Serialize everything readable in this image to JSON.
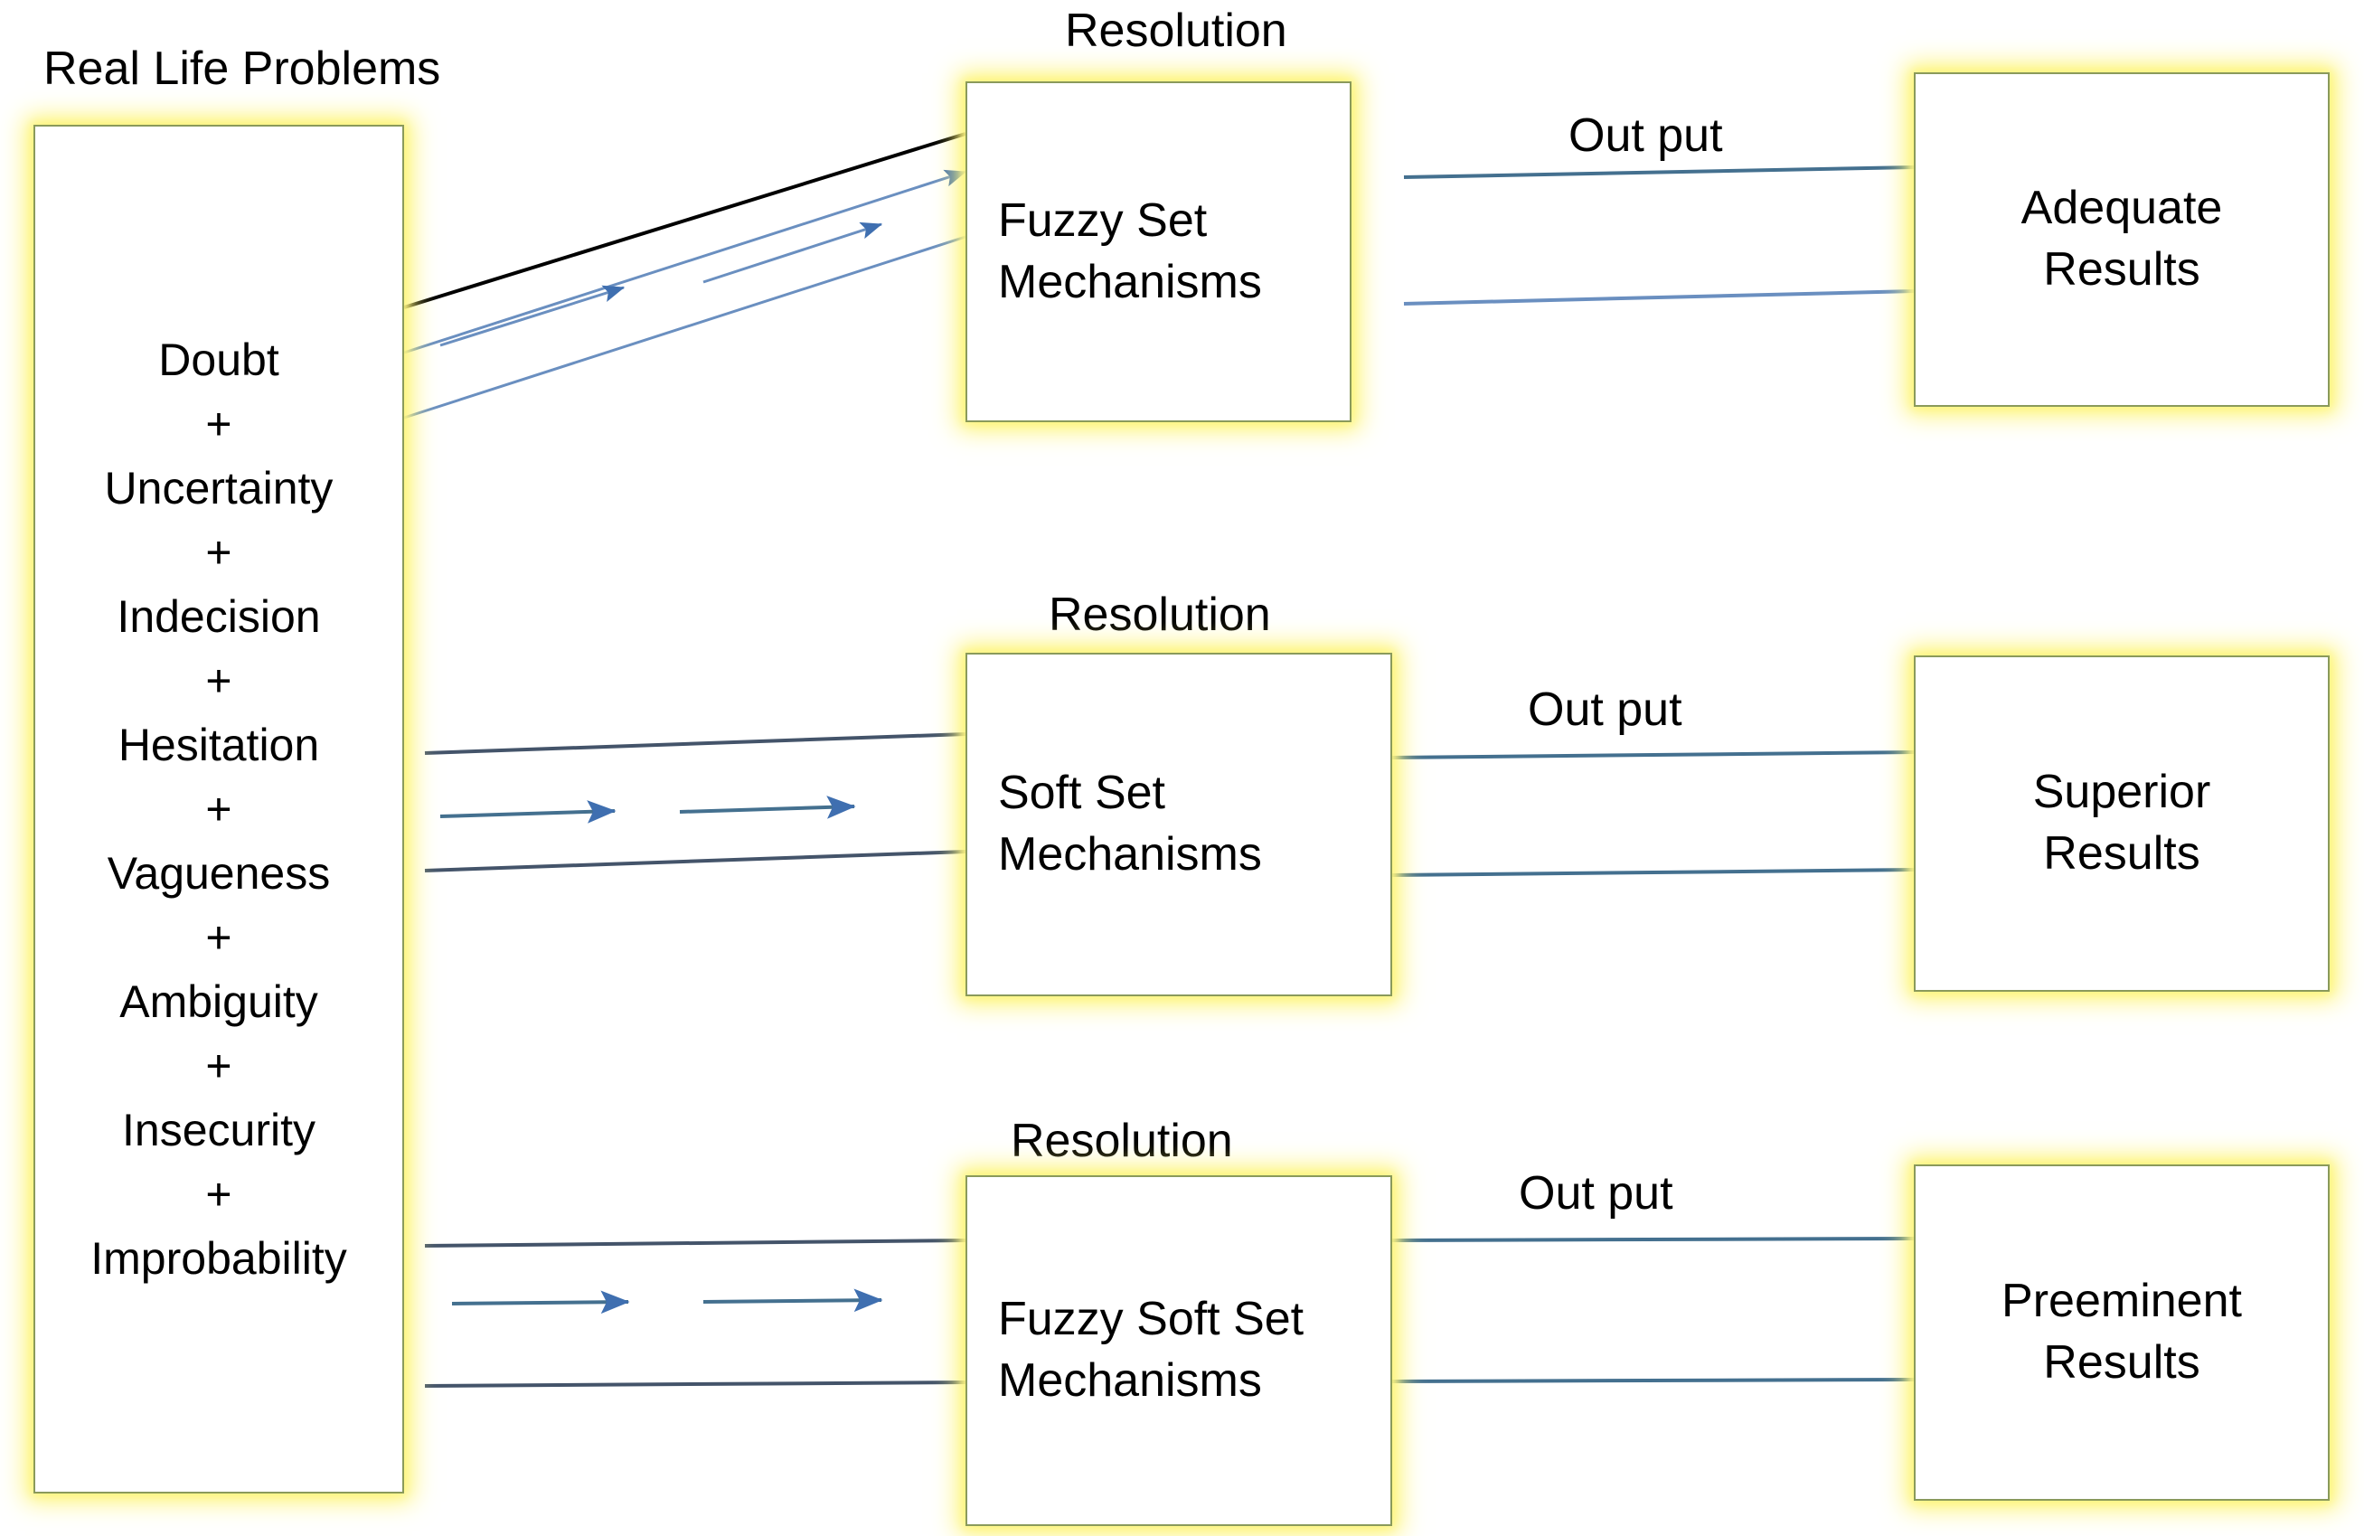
{
  "diagram": {
    "title_left": "Real Life Problems",
    "problems_list": "Doubt\n+\nUncertainty\n+\nIndecision\n+\nHesitation\n+\nVagueness\n+\nAmbiguity\n+\nInsecurity\n+\nImprobability",
    "colors": {
      "box_border": "#8a9a5b",
      "box_glow": "#fdf477",
      "connector_blue": "#4a7ebb",
      "connector_dark": "#44546a",
      "connector_black": "#000000",
      "text": "#000000",
      "background": "#ffffff"
    },
    "rows": [
      {
        "resolution_label": "Resolution",
        "mechanism": "Fuzzy Set\nMechanisms",
        "output_label": "Out put",
        "result": "Adequate\nResults"
      },
      {
        "resolution_label": "Resolution",
        "mechanism": "Soft Set\nMechanisms",
        "output_label": "Out put",
        "result": "Superior\nResults"
      },
      {
        "resolution_label": "Resolution",
        "mechanism": "Fuzzy Soft Set\nMechanisms",
        "output_label": "Out put",
        "result": "Preeminent\nResults"
      }
    ]
  }
}
